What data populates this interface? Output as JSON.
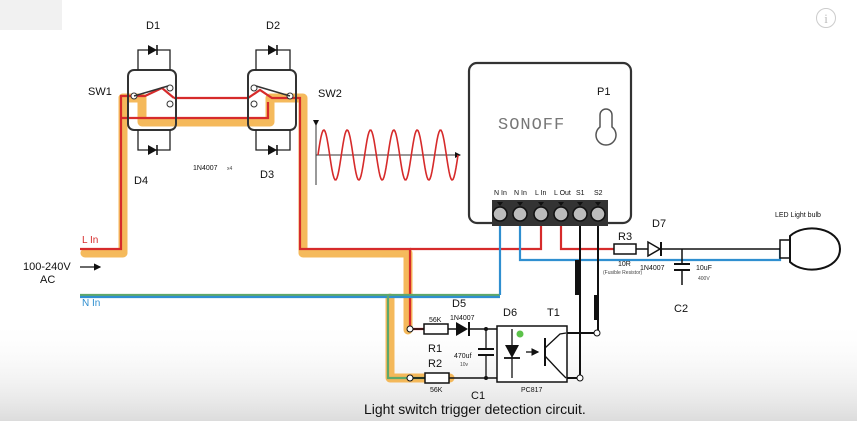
{
  "diagram": {
    "caption": "Light switch trigger detection circuit.",
    "inputs": {
      "voltage": "100-240V",
      "ac": "AC",
      "l_in": "L In",
      "n_in": "N In"
    },
    "switches": {
      "sw1": "SW1",
      "sw2": "SW2"
    },
    "diodes": {
      "d1": "D1",
      "d2": "D2",
      "d3": "D3",
      "d4": "D4",
      "d5": "D5",
      "d6": "D6",
      "d7": "D7",
      "diode_part": "1N4007",
      "diode_bridge_part": "1N4007",
      "diode_bridge_qty": "x4",
      "d7_part": "1N4007",
      "d5_part": "1N4007"
    },
    "sonoff": {
      "brand": "SONOFF",
      "p1": "P1",
      "terminals": [
        "N In",
        "N In",
        "L In",
        "L Out",
        "S1",
        "S2"
      ]
    },
    "resistors": {
      "r1": "R1",
      "r1_value": "56K",
      "r2": "R2",
      "r2_value": "56K",
      "r3": "R3",
      "r3_value": "10R",
      "r3_note": "(Fusible Resistor)"
    },
    "capacitors": {
      "c1": "C1",
      "c1_value": "470uf",
      "c1_voltage": "10v",
      "c2": "C2",
      "c2_value": "10uF",
      "c2_voltage": "400V"
    },
    "optocoupler": {
      "t1": "T1",
      "part": "PC817"
    },
    "load": {
      "label": "LED Light bulb"
    },
    "colors": {
      "live": "#d62b2b",
      "neutral": "#2f8fd0",
      "neutral_green": "#5fa86a",
      "highlight": "#f4b24a",
      "ground_glow": "#e8e6e4",
      "wire_black": "#111111"
    }
  }
}
